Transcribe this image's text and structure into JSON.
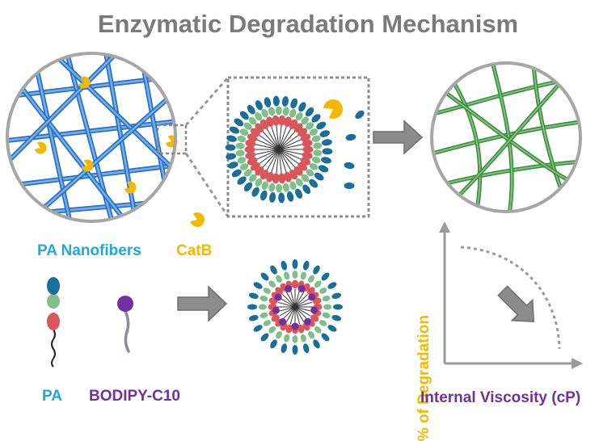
{
  "title": "Enzymatic Degradation Mechanism",
  "labels": {
    "nanofibers": "PA Nanofibers",
    "catb": "CatB",
    "pa": "PA",
    "bodipy": "BODIPY-C10",
    "y_axis": "% of Degradation",
    "x_axis": "Internal Viscosity (cP)"
  },
  "colors": {
    "title": "#7a7a7a",
    "blue_label": "#1ea7e1",
    "yellow": "#f5b800",
    "purple": "#7030a0",
    "fiber_blue": "#4a90d9",
    "fiber_green": "#4a9a4a",
    "pa_head": "#1b6e98",
    "pa_mid": "#7fbf8a",
    "pa_tail": "#d9575a",
    "gray": "#999999"
  },
  "icons": [
    "catb-enzyme-icon",
    "arrow-right-icon",
    "arrow-down-right-icon"
  ]
}
